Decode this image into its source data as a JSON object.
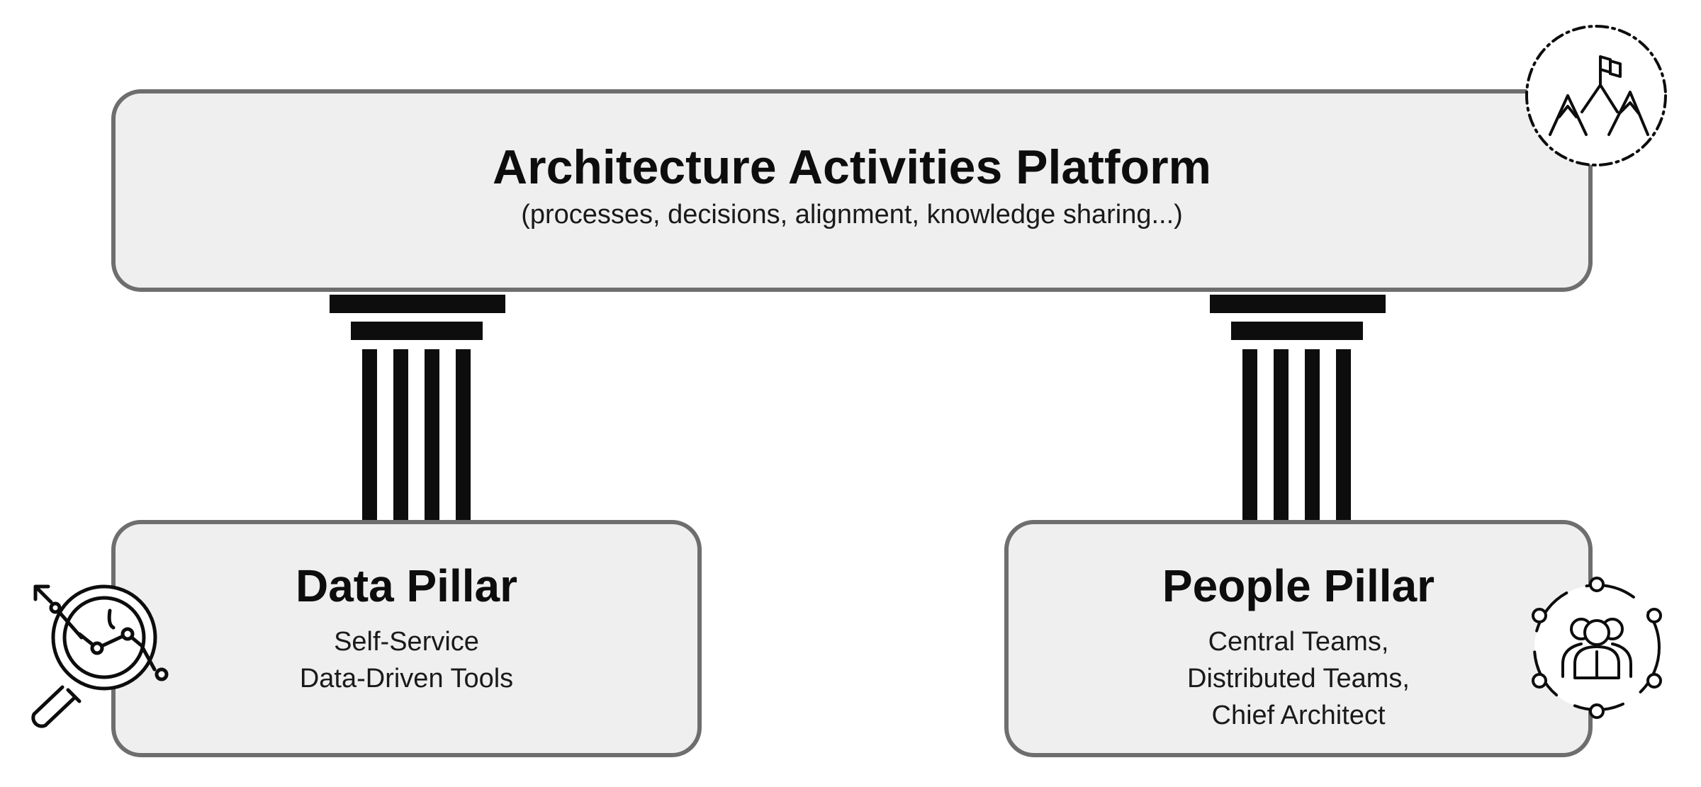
{
  "platform": {
    "title": "Architecture Activities Platform",
    "subtitle": "(processes, decisions, alignment, knowledge sharing...)"
  },
  "data_pillar": {
    "title": "Data Pillar",
    "lines": [
      "Self-Service",
      "Data-Driven Tools"
    ]
  },
  "people_pillar": {
    "title": "People Pillar",
    "lines": [
      "Central Teams,",
      "Distributed Teams,",
      "Chief Architect"
    ]
  },
  "icons": {
    "platform": "mountain-flag-icon",
    "data": "magnifier-chart-icon",
    "people": "team-network-icon"
  },
  "colors": {
    "box_fill": "#efefef",
    "box_border": "#6e6e6e",
    "pillar": "#0d0d0d",
    "text": "#0d0d0d"
  }
}
